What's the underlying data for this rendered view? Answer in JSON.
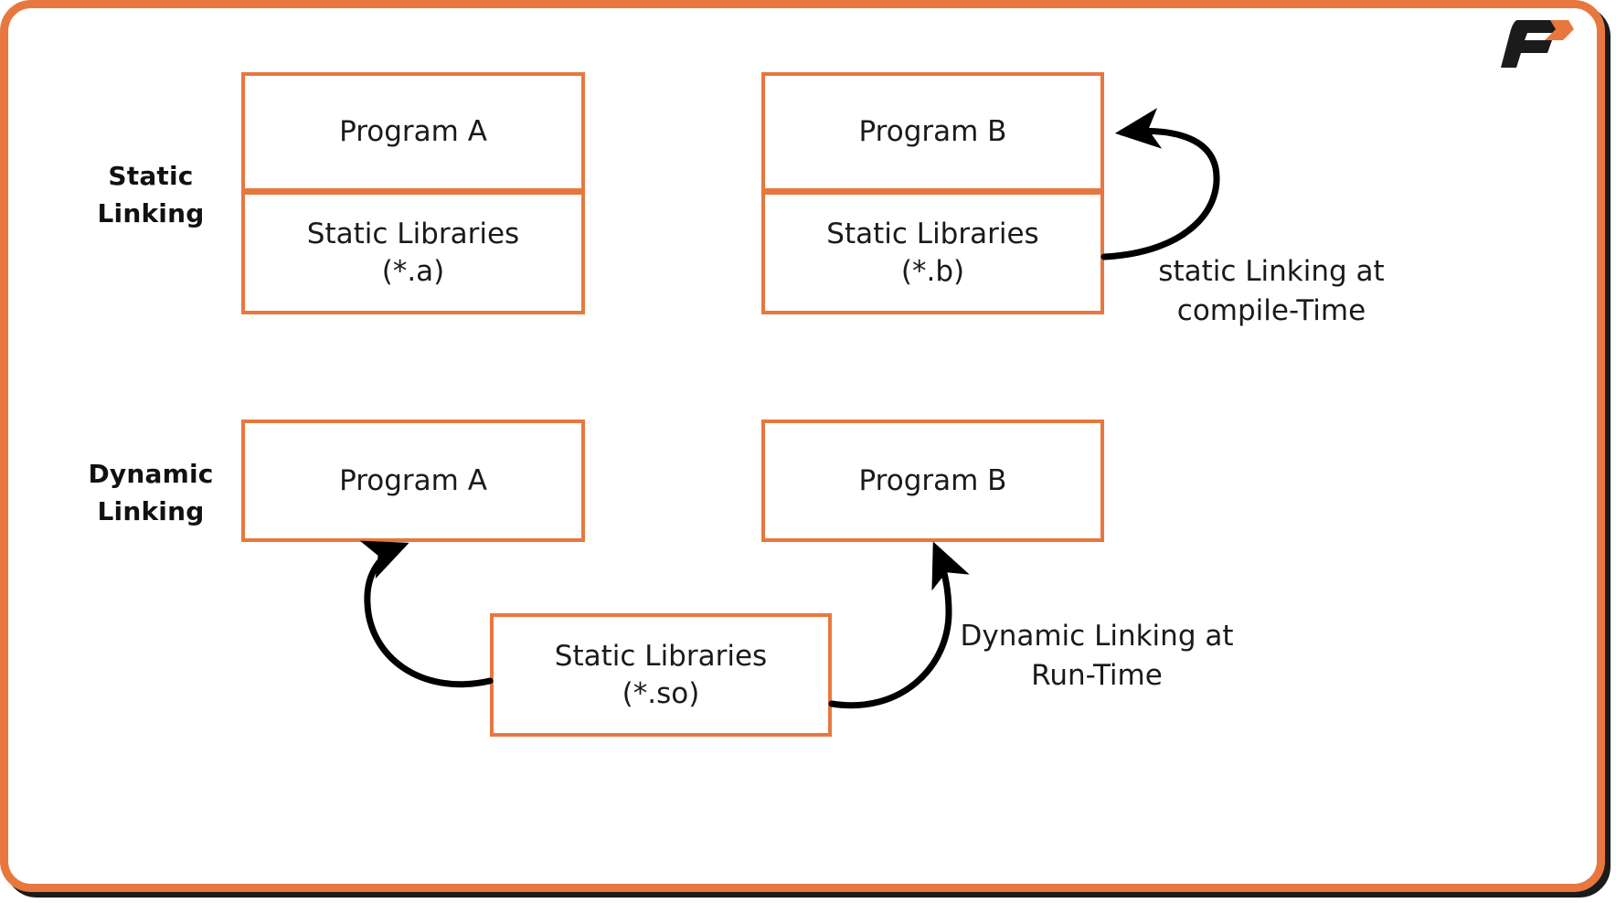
{
  "theme": {
    "accent": "#E8773F",
    "frame_border": "#E8773F",
    "text": "#1a1a1a",
    "arrow": "#000000",
    "logo_dark": "#1b1b1b",
    "logo_accent": "#E8773F",
    "background": "#ffffff"
  },
  "logo": {
    "name": "f-arrow-logo",
    "letter": "F"
  },
  "rows": {
    "static": {
      "label": "Static\nLinking",
      "label_line1": "Static",
      "label_line2": "Linking"
    },
    "dynamic": {
      "label": "Dynamic\nLinking",
      "label_line1": "Dynamic",
      "label_line2": "Linking"
    }
  },
  "boxes": {
    "static_program_a": "Program A",
    "static_libs_a": "Static Libraries\n(*.a)",
    "static_program_b": "Program B",
    "static_libs_b": "Static Libraries\n(*.b)",
    "dynamic_program_a": "Program A",
    "dynamic_program_b": "Program B",
    "dynamic_libs_so": "Static Libraries\n(*.so)"
  },
  "annotations": {
    "static_linking_note": "static  Linking at\ncompile-Time",
    "dynamic_linking_note": "Dynamic  Linking at\nRun-Time"
  },
  "arrows": [
    {
      "name": "static-link-arrow",
      "from": "static-libs-b",
      "to": "program-b"
    },
    {
      "name": "dynamic-link-arrow-left",
      "from": "shared-libs-so",
      "to": "dynamic-program-a"
    },
    {
      "name": "dynamic-link-arrow-right",
      "from": "shared-libs-so",
      "to": "dynamic-program-b"
    }
  ]
}
